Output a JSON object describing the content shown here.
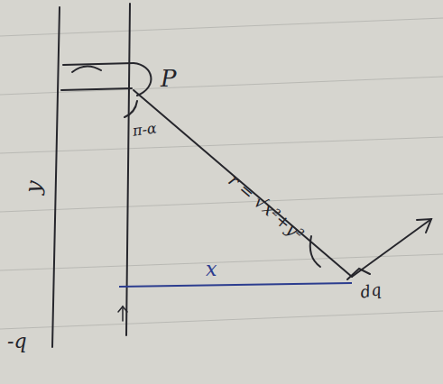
{
  "diagram": {
    "labels": [
      "P",
      "π-α",
      "r = √x²+y²",
      "y",
      "x",
      "-q",
      "dq"
    ]
  }
}
